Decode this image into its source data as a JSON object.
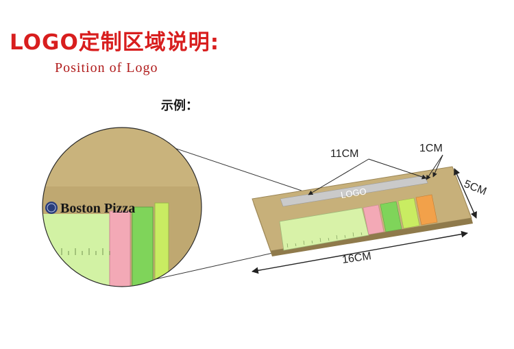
{
  "header": {
    "title_cn": "LOGO定制区域说明:",
    "title_en": "Position of Logo",
    "example_label": "示例："
  },
  "diagram": {
    "logo_text": "LOGO",
    "brand_text": "Boston Pizza",
    "dims": {
      "logo_length": "11CM",
      "logo_height": "1CM",
      "width": "16CM",
      "depth": "5CM"
    }
  },
  "colors": {
    "title_red": "#d81e1e",
    "kraft": "#b7a16b",
    "ruler": "#c9ef9c",
    "pink": "#f3a9b6",
    "green": "#7fd45a",
    "lime": "#c9ec62",
    "orange": "#f2a14a",
    "logo_gray": "#c8c8c8"
  }
}
